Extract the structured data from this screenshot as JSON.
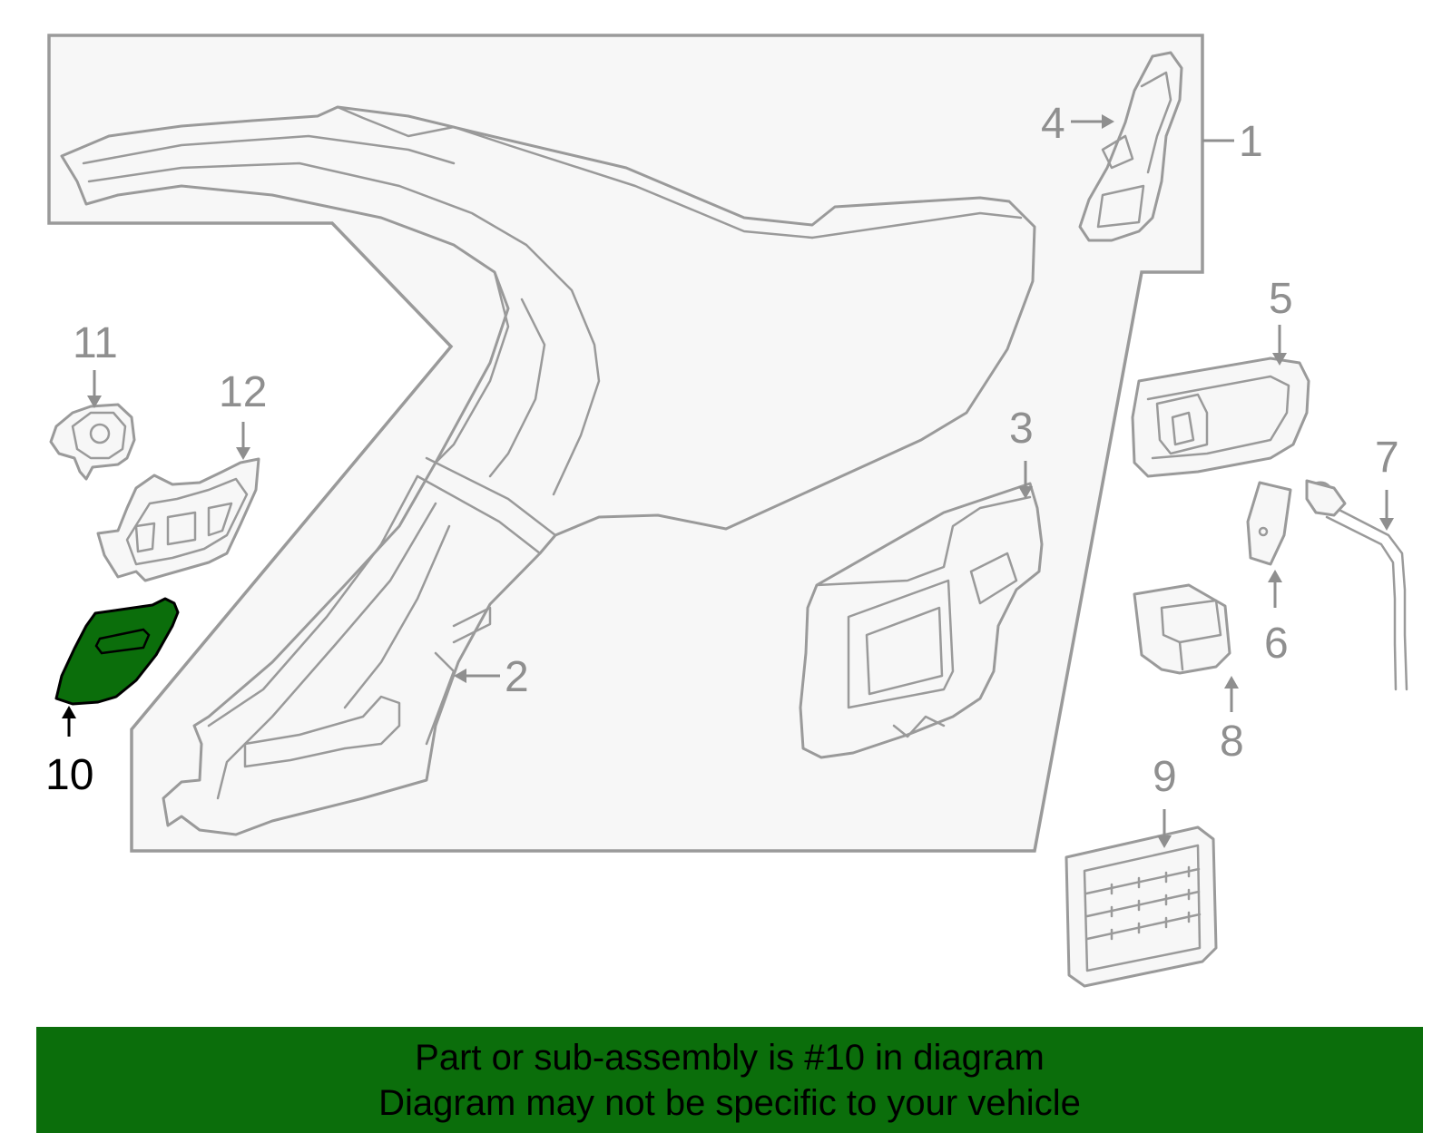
{
  "colors": {
    "highlight_part": "#0b6e0b",
    "banner_background": "#0b6e0b",
    "line_art": "#9a9a9a",
    "banner_text": "#000000"
  },
  "callouts": {
    "c1": "1",
    "c2": "2",
    "c3": "3",
    "c4": "4",
    "c5": "5",
    "c6": "6",
    "c7": "7",
    "c8": "8",
    "c9": "9",
    "c10": "10",
    "c11": "11",
    "c12": "12"
  },
  "highlighted_callout": "10",
  "banner": {
    "line1": "Part or sub-assembly is #10 in diagram",
    "line2": "Diagram may not be specific to your vehicle"
  }
}
